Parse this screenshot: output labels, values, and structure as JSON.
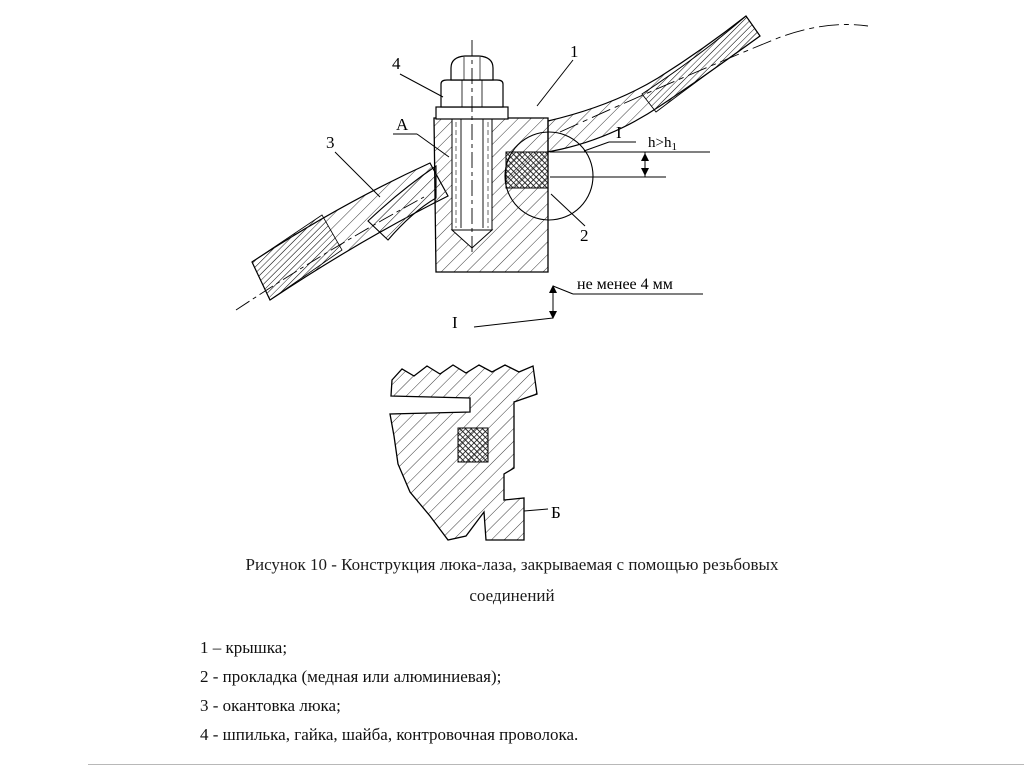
{
  "colors": {
    "ink": "#000000",
    "background": "#ffffff",
    "text": "#1f1f1f"
  },
  "figure": {
    "callouts": {
      "n4": "4",
      "n1": "1",
      "n3": "3",
      "n2": "2",
      "a": "А",
      "i_detail": "I",
      "i_section": "I",
      "b_detail": "Б"
    },
    "dimensions": {
      "h_main": "h>h",
      "h_sub": "1",
      "min_gap": "не менее 4 мм"
    },
    "caption_line1": "Рисунок 10 - Конструкция люка-лаза, закрываемая с помощью резьбовых",
    "caption_line2": "соединений"
  },
  "legend": {
    "items": [
      "1 – крышка;",
      "2 - прокладка (медная или алюминиевая);",
      "3 - окантовка люка;",
      "4 - шпилька, гайка, шайба, контровочная проволока."
    ]
  }
}
